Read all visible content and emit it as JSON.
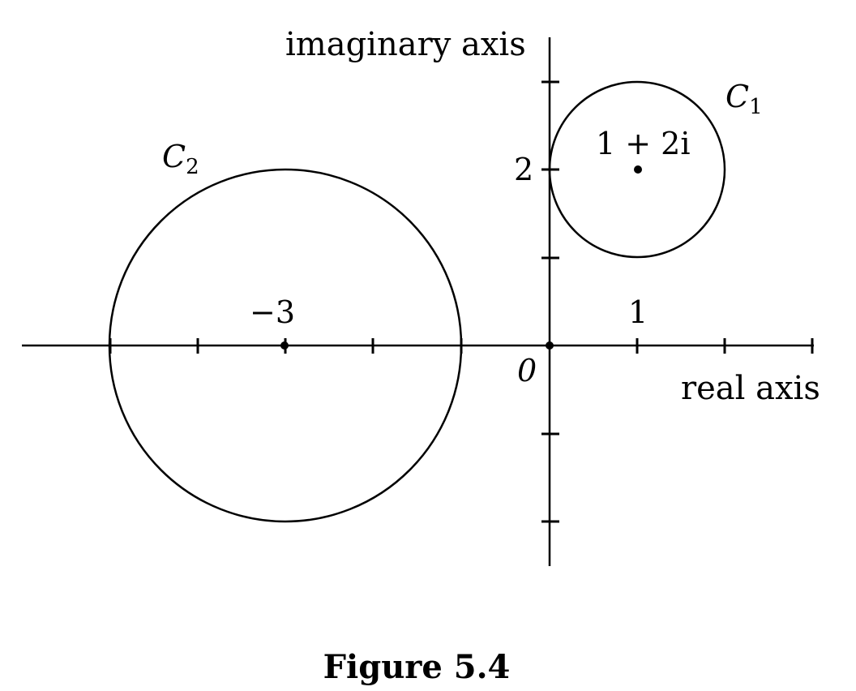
{
  "diagram": {
    "axes": {
      "imaginary_label": "imaginary axis",
      "real_label": "real axis",
      "origin_label": "0"
    },
    "tick_labels": {
      "real_neg3": "−3",
      "real_1": "1",
      "imag_2": "2"
    },
    "points": {
      "center_c1_label": "1 + 2i"
    },
    "circles": [
      {
        "name": "C1",
        "label_main": "C",
        "label_sub": "1",
        "center": [
          1,
          2
        ],
        "radius": 1
      },
      {
        "name": "C2",
        "label_main": "C",
        "label_sub": "2",
        "center": [
          -3,
          0
        ],
        "radius": 2
      }
    ],
    "caption": "Figure 5.4"
  },
  "colors": {
    "stroke": "#000000",
    "background": "#ffffff"
  }
}
